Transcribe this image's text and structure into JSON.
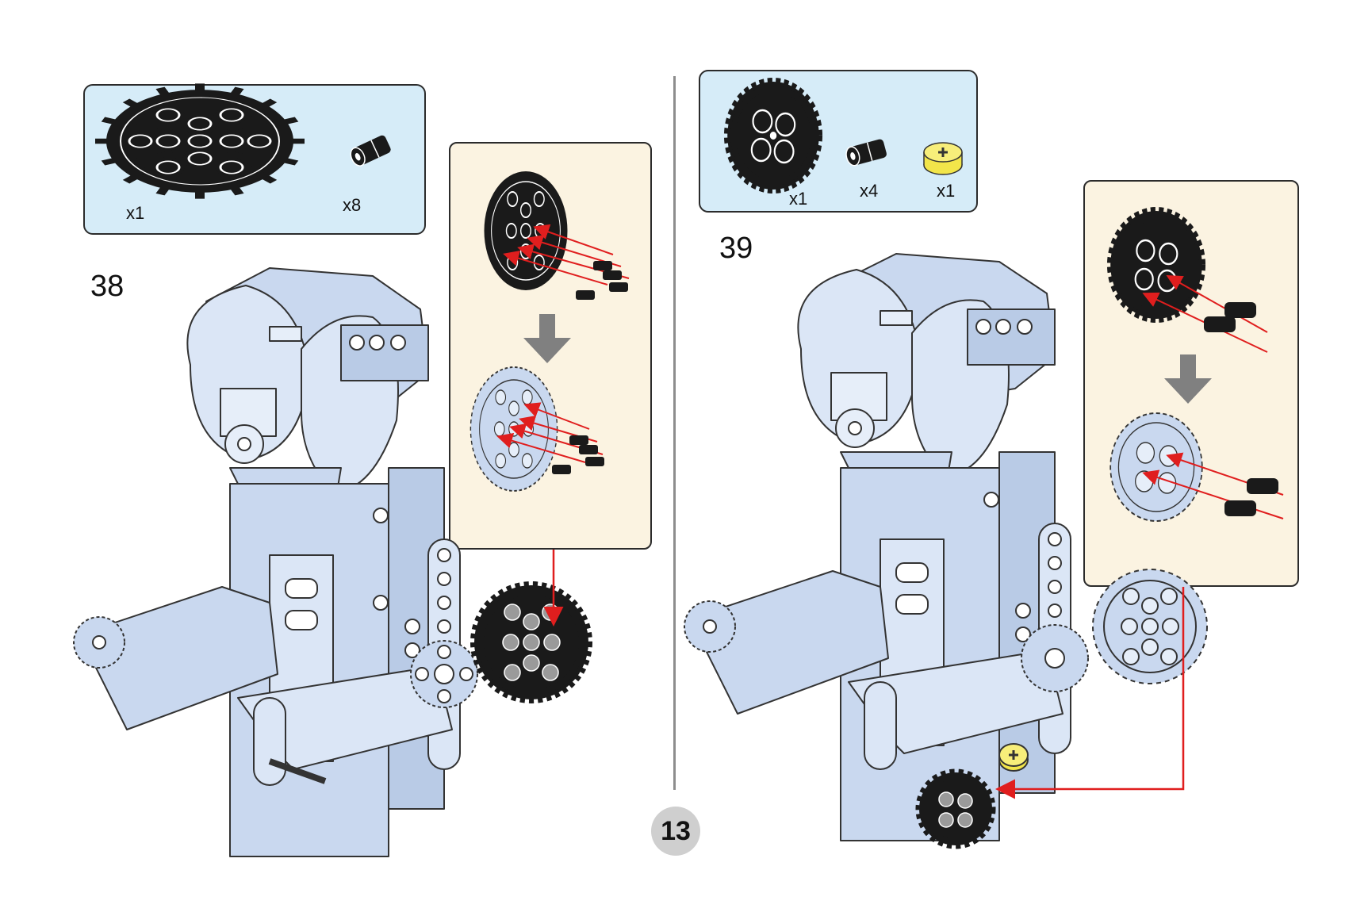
{
  "page": {
    "number": "13"
  },
  "steps": [
    {
      "number": "38",
      "parts": [
        {
          "name": "gear-40-tooth-black",
          "qty": "x1"
        },
        {
          "name": "friction-pin-black",
          "qty": "x8"
        }
      ]
    },
    {
      "number": "39",
      "parts": [
        {
          "name": "gear-24-tooth-black",
          "qty": "x1"
        },
        {
          "name": "friction-pin-black",
          "qty": "x4"
        },
        {
          "name": "bush-yellow",
          "qty": "x1"
        }
      ]
    }
  ],
  "colors": {
    "parts_panel": "#d6ecf8",
    "subassembly_panel": "#fbf3e1",
    "model_blue": "#c9d8ef",
    "arrow_red": "#e01e1e",
    "arrow_gray": "#808080",
    "part_black": "#1a1a1a",
    "bush_yellow": "#f2e54a"
  }
}
